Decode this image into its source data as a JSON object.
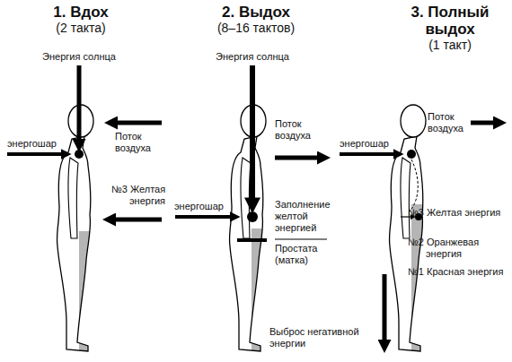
{
  "diagram": {
    "labels": [
      "1. Вдох",
      "(2 такта)",
      "2. Выдох",
      "(8–16 тактов)",
      "3. Полный выдох",
      "(1 такт)",
      "Энергия солнца",
      "Поток воздуха",
      "энергошар",
      "№3 Желтая энергия",
      "Энергия солнца",
      "Поток воздуха",
      "энергошар",
      "Заполнение желтой энергией",
      "Простата (матка)",
      "энергошар",
      "Поток воздуха",
      "№3 Желтая энергия",
      "№2 Оранжевая энергия",
      "№1 Красная энергия",
      "Выброс негативной энергии"
    ]
  }
}
